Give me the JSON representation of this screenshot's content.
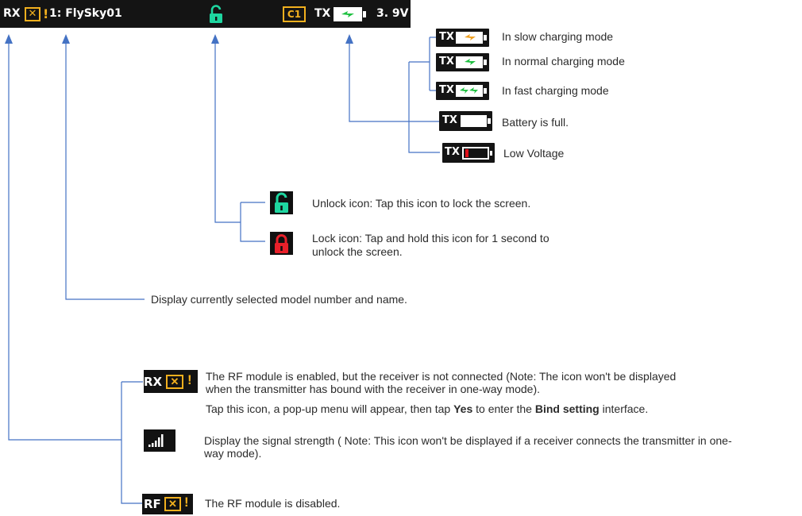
{
  "status_bar": {
    "rx_label": "RX",
    "x_mark": "✕",
    "exclaim": "!",
    "model_label": "1: FlySky01",
    "c1_label": "C1",
    "tx_label": "TX",
    "voltage": "3. 9V"
  },
  "battery_states": [
    {
      "tx": "TX",
      "label": "In slow charging mode"
    },
    {
      "tx": "TX",
      "label": "In normal charging mode"
    },
    {
      "tx": "TX",
      "label": "In fast charging mode"
    },
    {
      "tx": "TX",
      "label": "Battery is full."
    },
    {
      "tx": "TX",
      "label": "Low Voltage"
    }
  ],
  "lock_states": [
    {
      "line1": "Unlock icon: Tap this icon to lock the screen.",
      "line2": ""
    },
    {
      "line1": "Lock icon: Tap and hold this icon for 1 second to",
      "line2": "unlock the screen."
    }
  ],
  "model_desc": "Display currently selected model number and name.",
  "rx_section": {
    "rx_icon_label": "RX",
    "rx_line1": "The RF module is enabled,  but the receiver is not connected (Note: The icon won't be displayed",
    "rx_line2": "when the transmitter has bound with the receiver in one-way mode).",
    "tap_pre": "Tap this icon, a pop-up menu will appear, then tap ",
    "tap_yes": "Yes",
    "tap_mid": " to enter the ",
    "tap_bind": "Bind setting",
    "tap_post": " interface.",
    "signal_line1": "Display the signal strength ( Note: This icon won't be displayed if a receiver connects the transmitter in one-",
    "signal_line2": "way mode).",
    "rf_icon_label": "RF",
    "rf_desc": "The RF module is disabled."
  },
  "colors": {
    "connector": "#4472c4",
    "accent_yellow": "#f2b01e",
    "unlock_green": "#1ed6a0",
    "lock_red": "#e8202a",
    "charge_orange": "#f0a020",
    "charge_green": "#1ec040",
    "low_red": "#e0101a"
  }
}
